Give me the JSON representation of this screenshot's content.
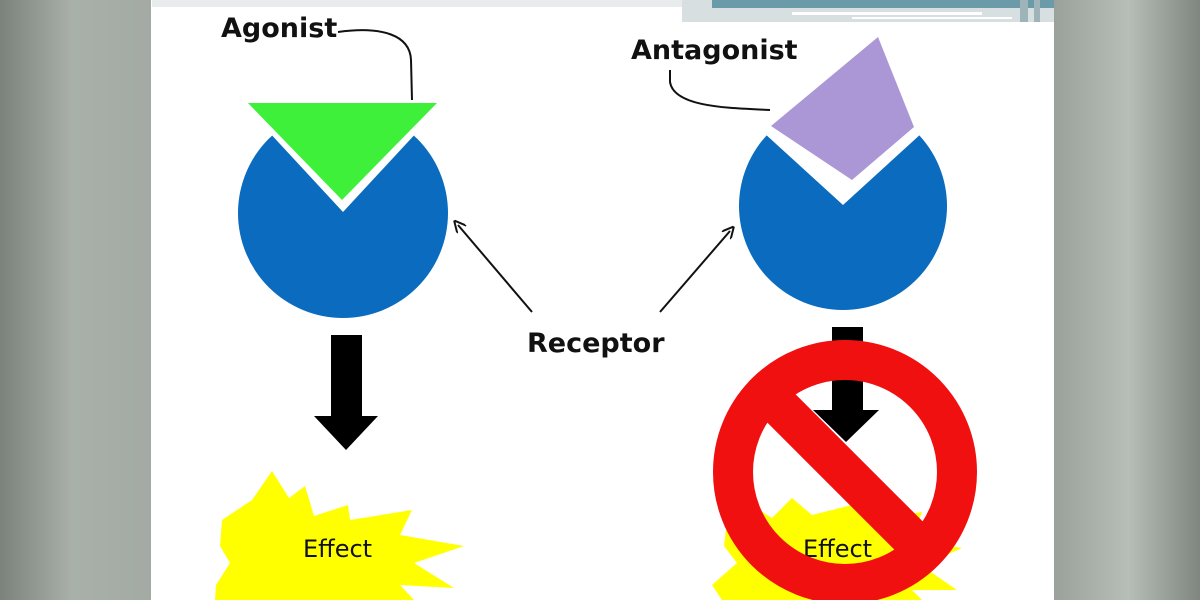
{
  "diagram": {
    "agonist_label": "Agonist",
    "antagonist_label": "Antagonist",
    "receptor_label": "Receptor",
    "effect_label_left": "Effect",
    "effect_label_right": "Effect"
  },
  "colors": {
    "receptor": "#0a6bbf",
    "agonist": "#3ef03a",
    "antagonist": "#ab97d6",
    "effect_burst": "#ffff00",
    "prohibition": "#f01010",
    "arrow": "#000000",
    "slide_bg": "#ffffff",
    "frame_bg": "#a3aaa4"
  },
  "icons": {
    "receptor_shape": "circle-with-notch",
    "blocked_symbol": "no-sign-icon",
    "effect_shape": "starburst"
  }
}
